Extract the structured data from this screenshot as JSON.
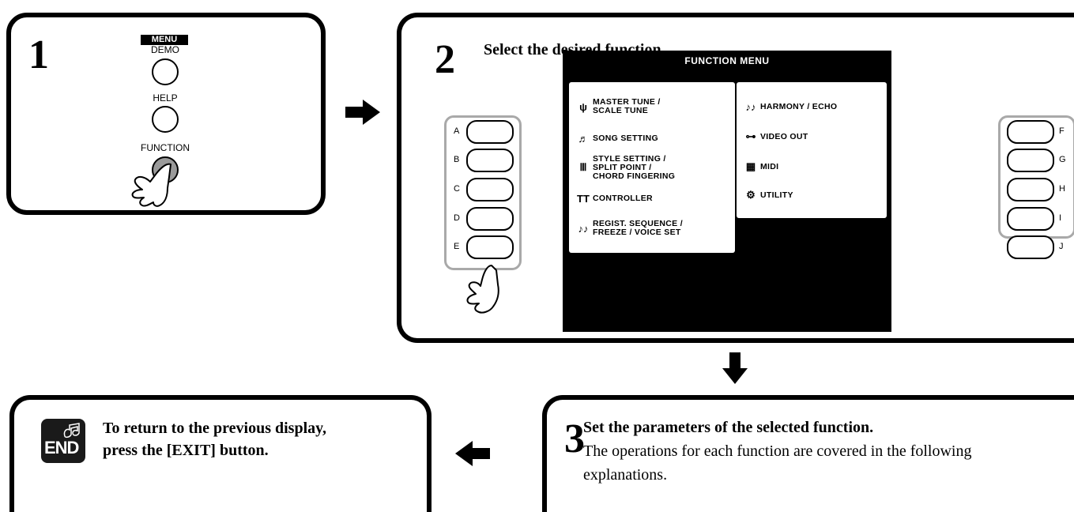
{
  "step1": {
    "number": "1",
    "menu_badge": "MENU",
    "buttons": [
      {
        "label": "DEMO"
      },
      {
        "label": "HELP"
      },
      {
        "label": "FUNCTION"
      }
    ]
  },
  "step2": {
    "number": "2",
    "instruction": "Select the desired function.",
    "left_buttons": [
      "A",
      "B",
      "C",
      "D",
      "E"
    ],
    "right_buttons": [
      "F",
      "G",
      "H",
      "I",
      "J"
    ],
    "screen": {
      "title": "FUNCTION MENU",
      "left_items": [
        {
          "icon": "tuning-fork-icon",
          "glyph": "ψ",
          "label": "MASTER TUNE /\nSCALE TUNE"
        },
        {
          "icon": "song-note-icon",
          "glyph": "♬",
          "label": "SONG SETTING"
        },
        {
          "icon": "style-icon",
          "glyph": "Ⅲ",
          "label": "STYLE SETTING /\nSPLIT POINT /\nCHORD FINGERING"
        },
        {
          "icon": "controller-icon",
          "glyph": "TT",
          "label": "CONTROLLER"
        },
        {
          "icon": "registration-icon",
          "glyph": "♪♪",
          "label": "REGIST. SEQUENCE /\nFREEZE / VOICE SET"
        }
      ],
      "right_items": [
        {
          "icon": "harmony-icon",
          "glyph": "♪♪",
          "label": "HARMONY / ECHO"
        },
        {
          "icon": "video-out-icon",
          "glyph": "⊶",
          "label": "VIDEO OUT"
        },
        {
          "icon": "midi-icon",
          "glyph": "▦",
          "label": "MIDI"
        },
        {
          "icon": "utility-icon",
          "glyph": "⚙",
          "label": "UTILITY"
        }
      ]
    }
  },
  "step3": {
    "number": "3",
    "title": "Set the parameters of the selected function.",
    "body": "The operations for each function are covered in the following explanations."
  },
  "end": {
    "badge": "END",
    "text": "To return to the previous display, press the [EXIT] button."
  }
}
